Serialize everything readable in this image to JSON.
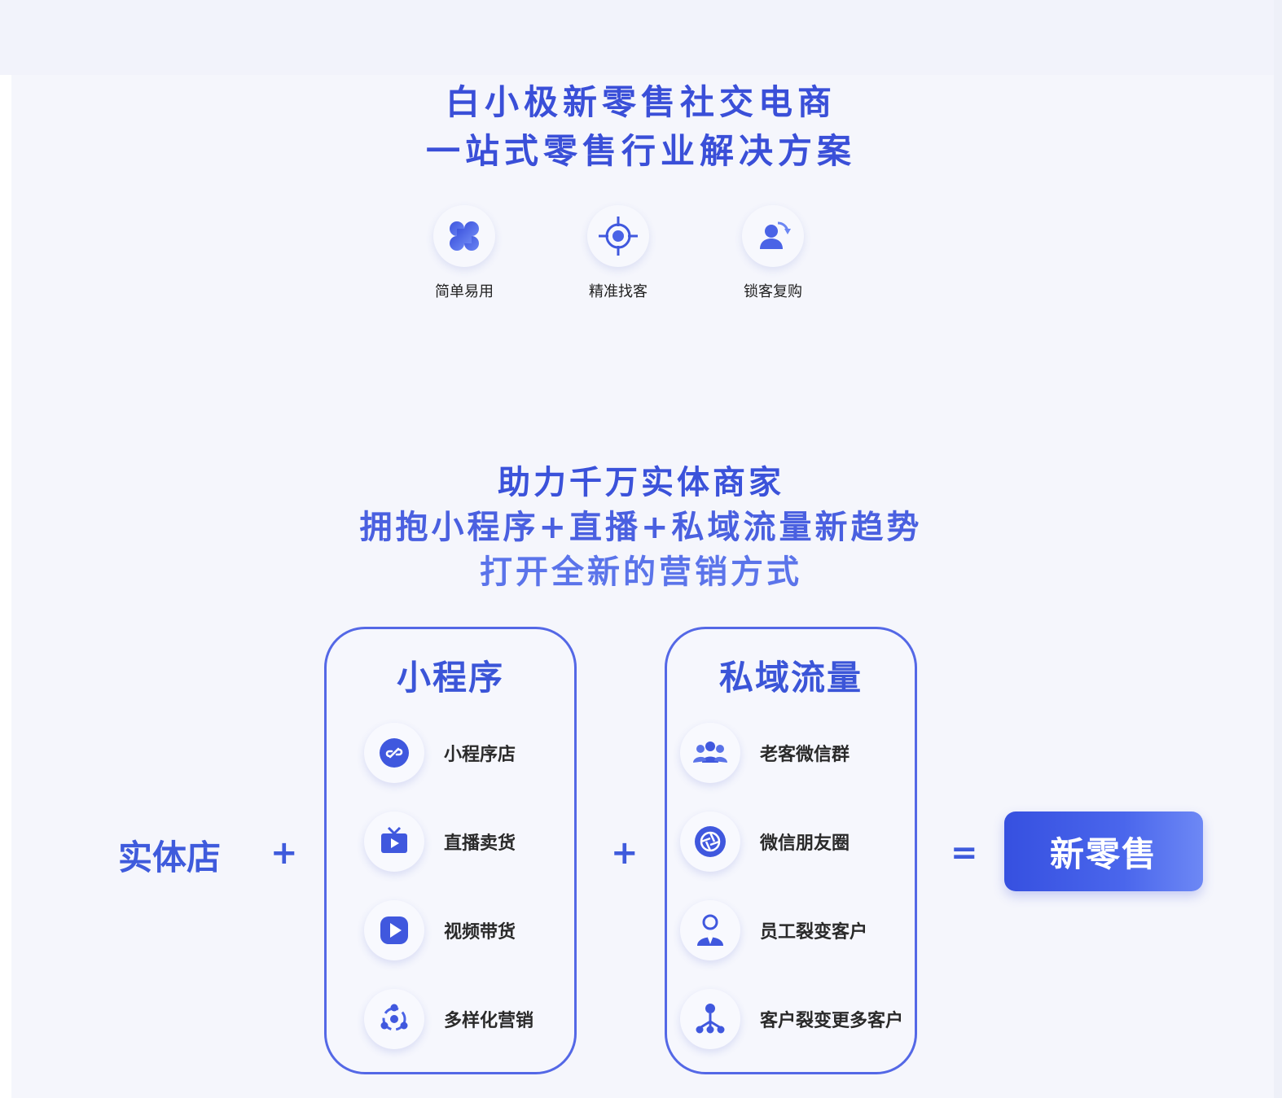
{
  "hero": {
    "title_line1": "白小极新零售社交电商",
    "title_line2": "一站式零售行业解决方案",
    "features": [
      {
        "label": "简单易用",
        "icon": "clover-icon"
      },
      {
        "label": "精准找客",
        "icon": "target-icon"
      },
      {
        "label": "锁客复购",
        "icon": "user-refresh-icon"
      }
    ]
  },
  "section": {
    "line1": "助力千万实体商家",
    "line2": "拥抱小程序+直播+私域流量新趋势",
    "line3": "打开全新的营销方式"
  },
  "formula": {
    "store": "实体店",
    "plus": "+",
    "equals": "=",
    "result": "新零售",
    "mini_program": {
      "title": "小程序",
      "items": [
        {
          "label": "小程序店",
          "icon": "mini-program-icon"
        },
        {
          "label": "直播卖货",
          "icon": "tv-icon"
        },
        {
          "label": "视频带货",
          "icon": "play-icon"
        },
        {
          "label": "多样化营销",
          "icon": "share-icon"
        }
      ]
    },
    "private_traffic": {
      "title": "私域流量",
      "items": [
        {
          "label": "老客微信群",
          "icon": "group-icon"
        },
        {
          "label": "微信朋友圈",
          "icon": "aperture-icon"
        },
        {
          "label": "员工裂变客户",
          "icon": "employee-icon"
        },
        {
          "label": "客户裂变更多客户",
          "icon": "hierarchy-icon"
        }
      ]
    }
  },
  "colors": {
    "primary": "#3b55d8",
    "accent": "#4a66ec",
    "background": "#f5f6fc"
  }
}
